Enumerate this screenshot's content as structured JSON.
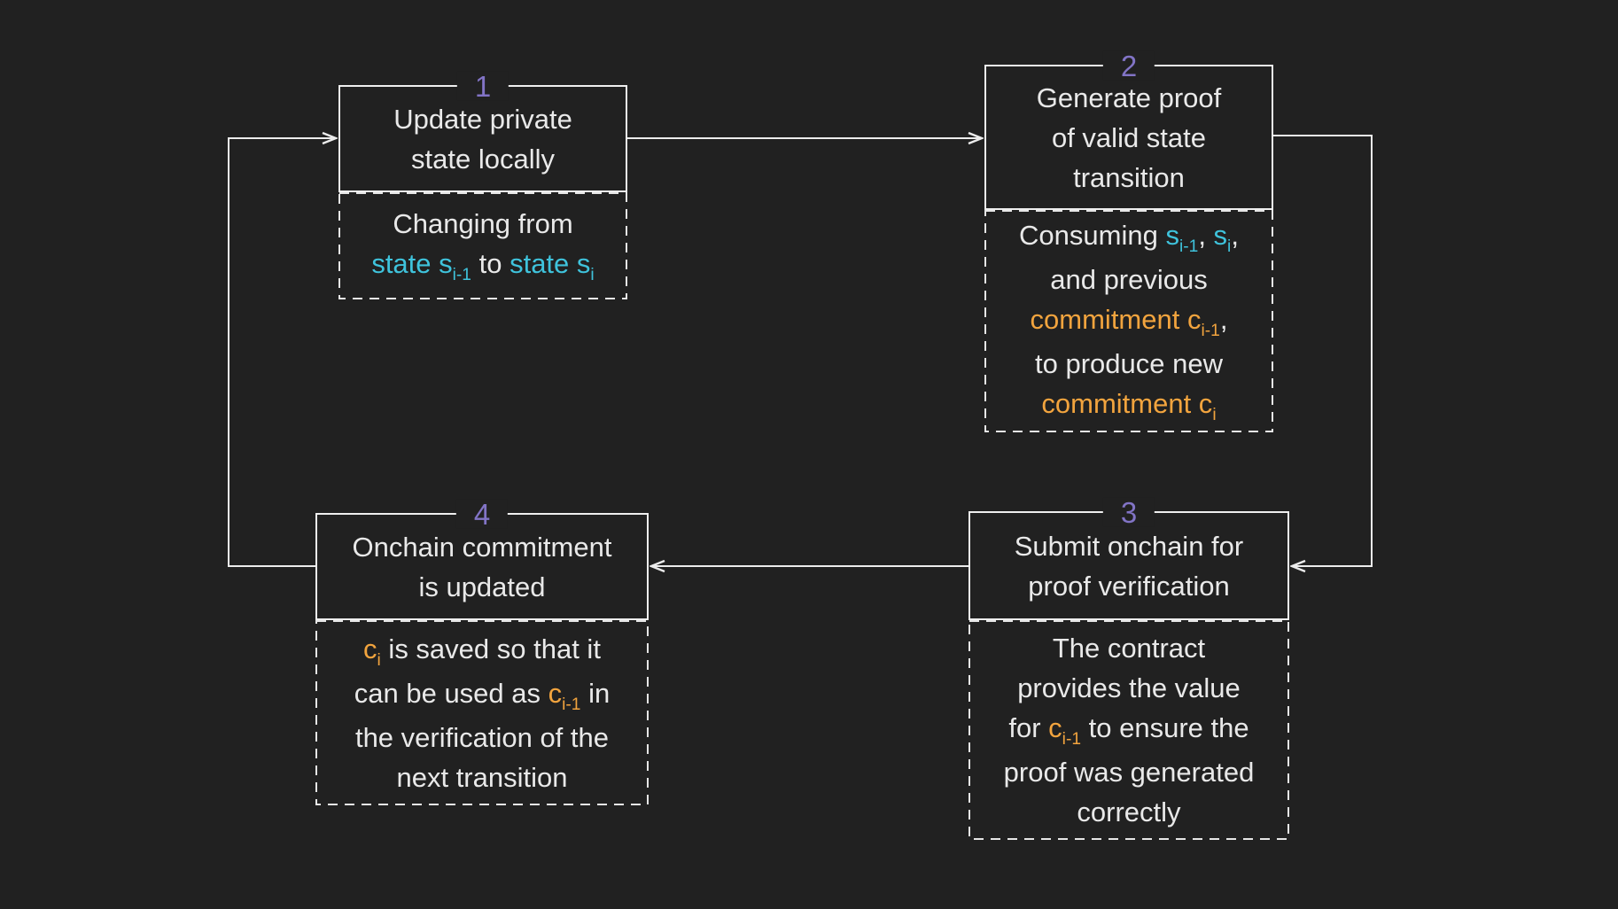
{
  "canvas": {
    "background": "#212121",
    "line_color": "#ececec",
    "text_color": "#e9e9e9"
  },
  "colors": {
    "purple": "#8274c6",
    "cyan": "#3fc3dc",
    "orange": "#f2a43e",
    "white": "#e9e9e9"
  },
  "flow": [
    "1→2",
    "2→3",
    "3→4",
    "4→1"
  ],
  "steps": [
    {
      "number": "1",
      "title_lines": [
        "Update private",
        "state locally"
      ],
      "note_lines": [
        [
          {
            "t": "Changing from"
          }
        ],
        [
          {
            "t": "state s",
            "c": "cyan"
          },
          {
            "t": "i-1",
            "c": "cyan",
            "sub": true
          },
          {
            "t": " to "
          },
          {
            "t": "state s",
            "c": "cyan"
          },
          {
            "t": "i",
            "c": "cyan",
            "sub": true
          }
        ]
      ]
    },
    {
      "number": "2",
      "title_lines": [
        "Generate proof",
        "of valid state",
        "transition"
      ],
      "note_lines": [
        [
          {
            "t": "Consuming "
          },
          {
            "t": "s",
            "c": "cyan"
          },
          {
            "t": "i-1",
            "c": "cyan",
            "sub": true
          },
          {
            "t": ", "
          },
          {
            "t": "s",
            "c": "cyan"
          },
          {
            "t": "i",
            "c": "cyan",
            "sub": true
          },
          {
            "t": ","
          }
        ],
        [
          {
            "t": "and previous"
          }
        ],
        [
          {
            "t": "commitment c",
            "c": "orange"
          },
          {
            "t": "i-1",
            "c": "orange",
            "sub": true
          },
          {
            "t": ","
          }
        ],
        [
          {
            "t": "to produce new"
          }
        ],
        [
          {
            "t": "commitment c",
            "c": "orange"
          },
          {
            "t": "i",
            "c": "orange",
            "sub": true
          }
        ]
      ]
    },
    {
      "number": "3",
      "title_lines": [
        "Submit onchain for",
        "proof verification"
      ],
      "note_lines": [
        [
          {
            "t": "The contract"
          }
        ],
        [
          {
            "t": "provides the value"
          }
        ],
        [
          {
            "t": "for "
          },
          {
            "t": "c",
            "c": "orange"
          },
          {
            "t": "i-1",
            "c": "orange",
            "sub": true
          },
          {
            "t": " to ensure the"
          }
        ],
        [
          {
            "t": "proof was generated"
          }
        ],
        [
          {
            "t": "correctly"
          }
        ]
      ]
    },
    {
      "number": "4",
      "title_lines": [
        "Onchain commitment",
        "is updated"
      ],
      "note_lines": [
        [
          {
            "t": "c",
            "c": "orange"
          },
          {
            "t": "i",
            "c": "orange",
            "sub": true
          },
          {
            "t": " is saved so that it"
          }
        ],
        [
          {
            "t": "can be used as "
          },
          {
            "t": "c",
            "c": "orange"
          },
          {
            "t": "i-1",
            "c": "orange",
            "sub": true
          },
          {
            "t": " in"
          }
        ],
        [
          {
            "t": "the verification of the"
          }
        ],
        [
          {
            "t": "next transition"
          }
        ]
      ]
    }
  ]
}
